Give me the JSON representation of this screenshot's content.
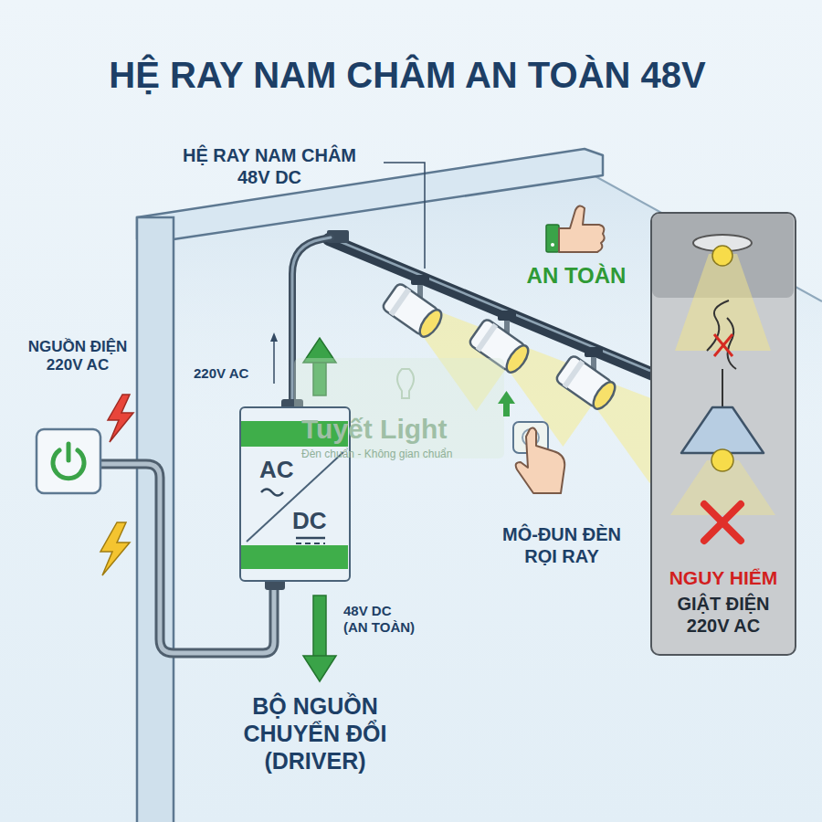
{
  "diagram": {
    "title": "HỆ RAY NAM CHÂM AN TOÀN 48V",
    "nodes": [
      {
        "text": [
          "AC",
          "DC"
        ]
      },
      {
        "text": [
          "NGUY HIỂM",
          "GIẬT ĐIỆN 220V AC"
        ]
      }
    ],
    "labels": [
      "HỆ RAY NAM CHÂM 48V DC",
      "AN TOÀN",
      "NGUỒN ĐIỆN 220V AC",
      "220V AC",
      "48V DC (AN TOÀN)",
      "BỘ NGUỒN CHUYỂN ĐỔI (DRIVER)",
      "MÔ-ĐUN ĐÈN RỌI RAY",
      "Tuyết Light",
      "Đèn chuẩn - Không gian chuẩn"
    ]
  }
}
